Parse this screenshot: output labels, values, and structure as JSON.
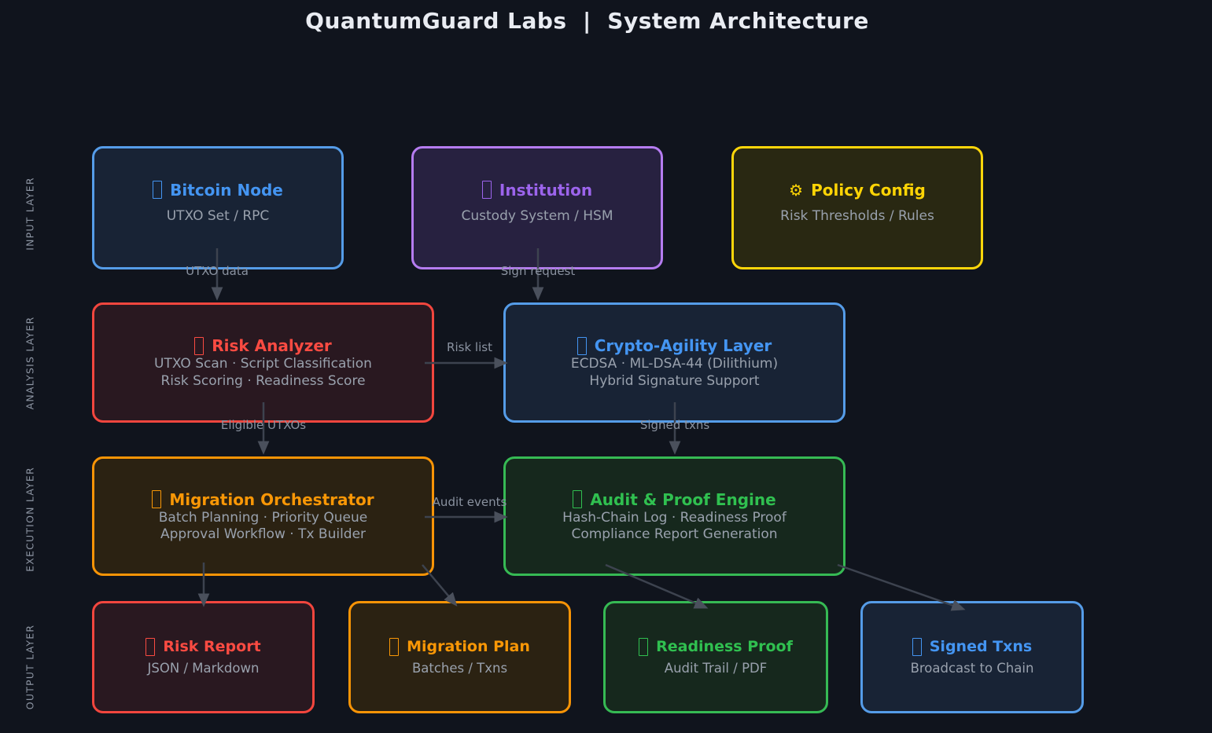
{
  "page_title": "QuantumGuard Labs  |  System Architecture",
  "palette": {
    "background": "#10141d",
    "blue_accent": "#559ce8",
    "purple_accent": "#b57cf0",
    "yellow_accent": "#ffd60a",
    "red_accent": "#f2463e",
    "orange_accent": "#f89406",
    "green_accent": "#36ba54",
    "subtitle_gray": "#99a1ad",
    "arrow_gray": "#3d434f"
  },
  "layers": [
    {
      "label": "INPUT LAYER"
    },
    {
      "label": "ANALYSIS LAYER"
    },
    {
      "label": "EXECUTION LAYER"
    },
    {
      "label": "OUTPUT LAYER"
    }
  ],
  "nodes": {
    "bitcoin_node": {
      "title": "Bitcoin Node",
      "lines": [
        "UTXO Set / RPC"
      ],
      "icon": "bitcoin-node-icon",
      "icon_glyph": "missing-glyph-box",
      "accent": "#559ce8",
      "layer": "INPUT LAYER"
    },
    "institution": {
      "title": "Institution",
      "lines": [
        "Custody System / HSM"
      ],
      "icon": "institution-icon",
      "icon_glyph": "missing-glyph-box",
      "accent": "#b57cf0",
      "layer": "INPUT LAYER"
    },
    "policy_config": {
      "title": "Policy Config",
      "lines": [
        "Risk Thresholds / Rules"
      ],
      "icon": "gear-icon",
      "icon_glyph": "⚙",
      "accent": "#ffd60a",
      "layer": "INPUT LAYER"
    },
    "risk_analyzer": {
      "title": "Risk Analyzer",
      "lines": [
        "UTXO Scan · Script Classification",
        "Risk Scoring · Readiness Score"
      ],
      "icon": "risk-analyzer-icon",
      "icon_glyph": "missing-glyph-box",
      "accent": "#f2463e",
      "layer": "ANALYSIS LAYER"
    },
    "crypto_agility": {
      "title": "Crypto-Agility Layer",
      "lines": [
        "ECDSA · ML-DSA-44 (Dilithium)",
        "Hybrid Signature Support"
      ],
      "icon": "crypto-agility-icon",
      "icon_glyph": "missing-glyph-box",
      "accent": "#559ce8",
      "layer": "ANALYSIS LAYER"
    },
    "migration_orchestrator": {
      "title": "Migration Orchestrator",
      "lines": [
        "Batch Planning · Priority Queue",
        "Approval Workflow · Tx Builder"
      ],
      "icon": "migration-orchestrator-icon",
      "icon_glyph": "missing-glyph-box",
      "accent": "#f89406",
      "layer": "EXECUTION LAYER"
    },
    "audit_proof_engine": {
      "title": "Audit & Proof Engine",
      "lines": [
        "Hash-Chain Log · Readiness Proof",
        "Compliance Report Generation"
      ],
      "icon": "audit-proof-engine-icon",
      "icon_glyph": "missing-glyph-box",
      "accent": "#36ba54",
      "layer": "EXECUTION LAYER"
    },
    "risk_report": {
      "title": "Risk Report",
      "lines": [
        "JSON / Markdown"
      ],
      "icon": "risk-report-icon",
      "icon_glyph": "missing-glyph-box",
      "accent": "#f2463e",
      "layer": "OUTPUT LAYER"
    },
    "migration_plan": {
      "title": "Migration Plan",
      "lines": [
        "Batches / Txns"
      ],
      "icon": "migration-plan-icon",
      "icon_glyph": "missing-glyph-box",
      "accent": "#f89406",
      "layer": "OUTPUT LAYER"
    },
    "readiness_proof": {
      "title": "Readiness Proof",
      "lines": [
        "Audit Trail / PDF"
      ],
      "icon": "readiness-proof-icon",
      "icon_glyph": "missing-glyph-box",
      "accent": "#36ba54",
      "layer": "OUTPUT LAYER"
    },
    "signed_txns": {
      "title": "Signed Txns",
      "lines": [
        "Broadcast to Chain"
      ],
      "icon": "signed-txns-icon",
      "icon_glyph": "missing-glyph-box",
      "accent": "#559ce8",
      "layer": "OUTPUT LAYER"
    }
  },
  "edges": [
    {
      "from": "bitcoin_node",
      "to": "risk_analyzer",
      "label": "UTXO data"
    },
    {
      "from": "institution",
      "to": "crypto_agility",
      "label": "Sign request"
    },
    {
      "from": "risk_analyzer",
      "to": "crypto_agility",
      "label": "Risk list"
    },
    {
      "from": "risk_analyzer",
      "to": "migration_orchestrator",
      "label": "Eligible UTXOs"
    },
    {
      "from": "crypto_agility",
      "to": "audit_proof_engine",
      "label": "Signed txns"
    },
    {
      "from": "migration_orchestrator",
      "to": "audit_proof_engine",
      "label": "Audit events"
    },
    {
      "from": "migration_orchestrator",
      "to": "risk_report",
      "label": ""
    },
    {
      "from": "migration_orchestrator",
      "to": "migration_plan",
      "label": ""
    },
    {
      "from": "audit_proof_engine",
      "to": "readiness_proof",
      "label": ""
    },
    {
      "from": "audit_proof_engine",
      "to": "signed_txns",
      "label": ""
    }
  ]
}
